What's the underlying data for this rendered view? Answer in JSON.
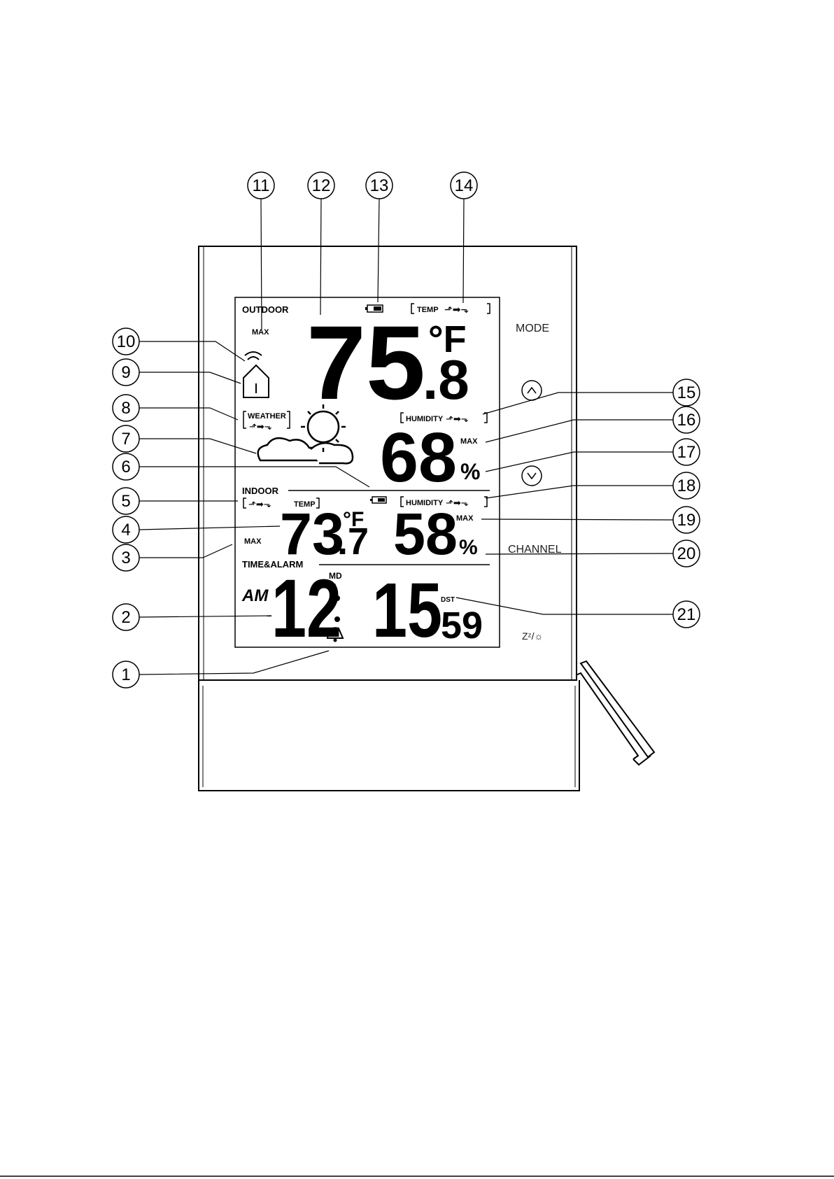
{
  "display": {
    "outdoor": {
      "title": "OUTDOOR",
      "max": "MAX",
      "temp_value": "75",
      "temp_decimal": ".8",
      "temp_unit": "°F",
      "temp_trend_label": "TEMP",
      "humidity_label": "HUMIDITY",
      "humidity_value": "68",
      "humidity_unit": "%",
      "humidity_max": "MAX"
    },
    "weather_label": "WEATHER",
    "indoor": {
      "title": "INDOOR",
      "temp_trend_label": "TEMP",
      "temp_value": "73",
      "temp_decimal": ".7",
      "temp_unit": "°F",
      "max": "MAX",
      "humidity_label": "HUMIDITY",
      "humidity_value": "58",
      "humidity_unit": "%",
      "humidity_max": "MAX"
    },
    "time": {
      "title": "TIME&ALARM",
      "ampm": "AM",
      "md": "MD",
      "snooze": "Z",
      "hours": "12",
      "minutes": "15",
      "seconds": "59",
      "dst": "DST"
    }
  },
  "buttons": {
    "mode": "MODE",
    "up": "^",
    "down": "v",
    "channel": "CHANNEL",
    "snooze_light": "Zᶻ/☼"
  },
  "callouts": [
    "1",
    "2",
    "3",
    "4",
    "5",
    "6",
    "7",
    "8",
    "9",
    "10",
    "11",
    "12",
    "13",
    "14",
    "15",
    "16",
    "17",
    "18",
    "19",
    "20",
    "21"
  ]
}
